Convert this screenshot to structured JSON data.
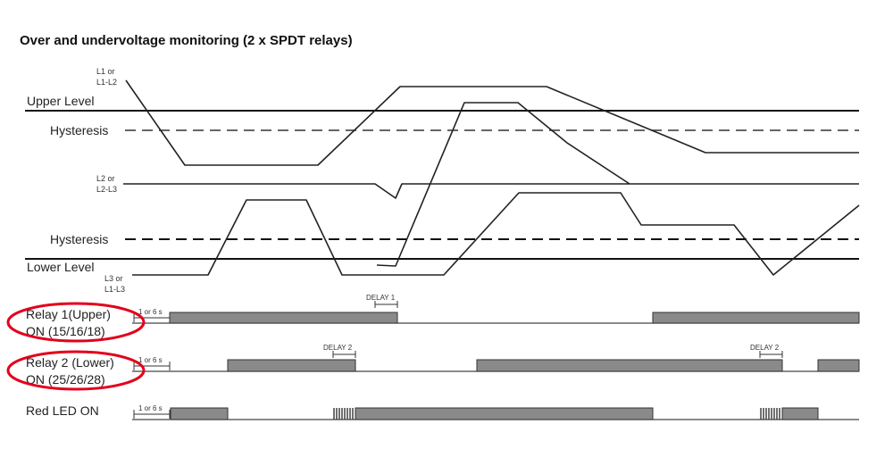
{
  "title": "Over and undervoltage monitoring (2 x SPDT relays)",
  "levels": {
    "upper": "Upper Level",
    "hysteresis_upper": "Hysteresis",
    "hysteresis_lower": "Hysteresis",
    "lower": "Lower Level"
  },
  "phases": {
    "l1_a": "L1 or",
    "l1_b": "L1-L2",
    "l2_a": "L2 or",
    "l2_b": "L2-L3",
    "l3_a": "L3 or",
    "l3_b": "L1-L3"
  },
  "relays": {
    "relay1_a": "Relay 1(Upper)",
    "relay1_b": "ON (15/16/18)",
    "relay2_a": "Relay 2 (Lower)",
    "relay2_b": "ON (25/26/28)",
    "led": "Red LED ON"
  },
  "annotations": {
    "delay1": "DELAY 1",
    "delay2_a": "DELAY 2",
    "delay2_b": "DELAY 2",
    "startup_1": "1 or 6 s",
    "startup_2": "1 or 6 s",
    "startup_3": "1 or 6 s"
  },
  "colors": {
    "highlight": "#e3001b",
    "bar": "#8a8a8a"
  }
}
